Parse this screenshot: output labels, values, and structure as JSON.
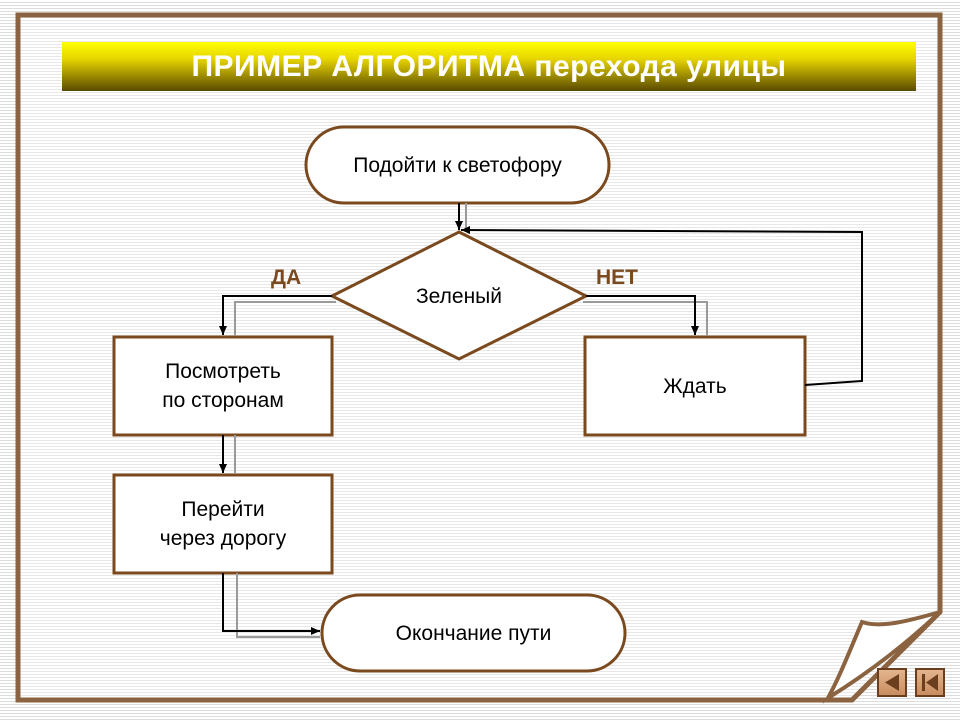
{
  "title": "ПРИМЕР АЛГОРИТМА перехода улицы",
  "flowchart": {
    "start": "Подойти к светофору",
    "decision": "Зеленый",
    "branch_yes": "ДА",
    "branch_no": "НЕТ",
    "look": [
      "Посмотреть",
      "по сторонам"
    ],
    "wait": "Ждать",
    "cross": [
      "Перейти",
      "через дорогу"
    ],
    "end": "Окончание пути"
  },
  "colors": {
    "frame": "#8b6340",
    "node_border": "#7a4a1e",
    "label": "#7a4a1e",
    "title_text": "#ffffff"
  },
  "icons": [
    "prev-slide-icon",
    "first-slide-icon"
  ]
}
